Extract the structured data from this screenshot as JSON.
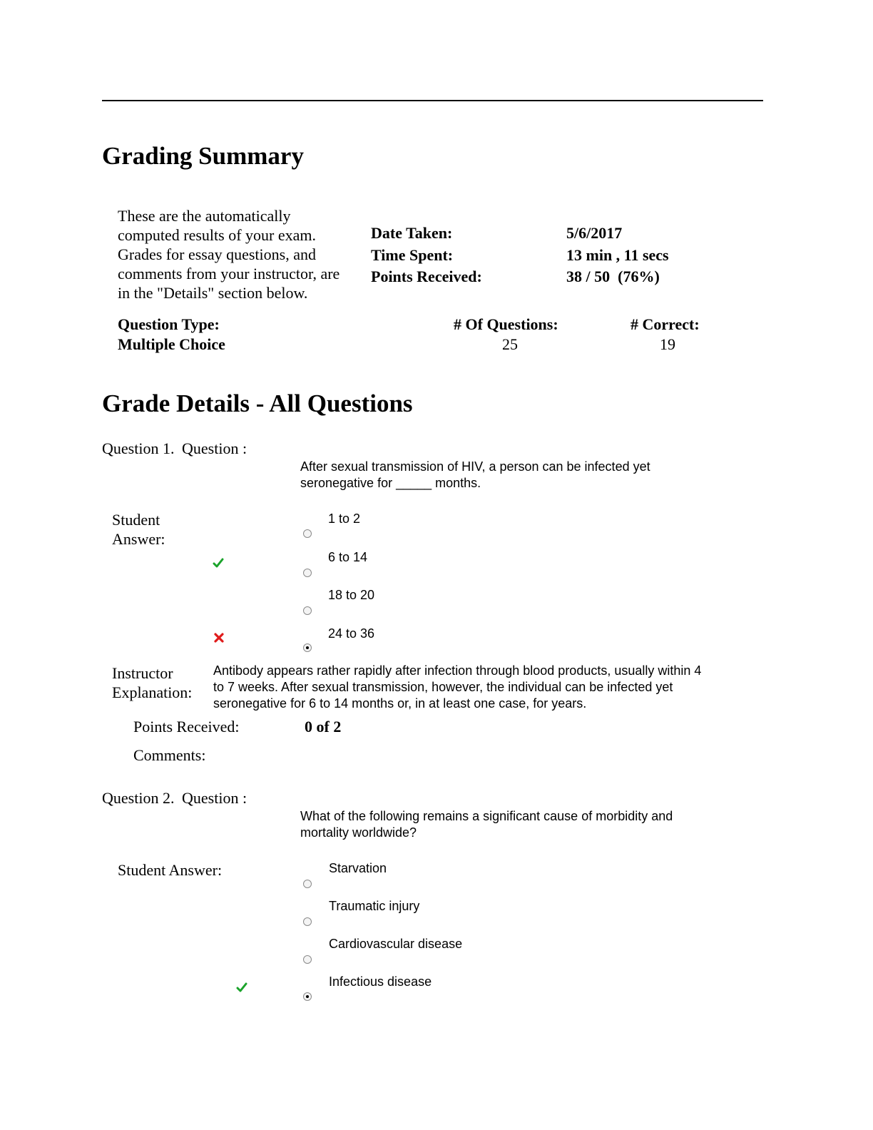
{
  "grading_summary": {
    "title": "Grading Summary",
    "intro_lines": [
      "These are the automatically",
      "computed results of your exam.",
      "Grades for essay questions, and",
      "comments from your instructor, are",
      "in the \"Details\" section below."
    ],
    "date_taken_label": "Date Taken:",
    "date_taken_value": "5/6/2017",
    "time_spent_label": "Time Spent:",
    "time_spent_value": "13 min , 11 secs",
    "points_received_label": "Points Received:",
    "points_received_value": "38 / 50  (76%)",
    "question_type_header": "Question Type:",
    "num_questions_header": "# Of Questions:",
    "num_correct_header": "# Correct:",
    "question_type_value": "Multiple Choice",
    "num_questions_value": "25",
    "num_correct_value": "19"
  },
  "grade_details": {
    "title": "Grade Details - All Questions",
    "questions": [
      {
        "number_label": "Question 1.",
        "question_label": "Question :",
        "text_lines": [
          "After sexual transmission of HIV, a person can be infected yet",
          "seronegative for _____ months."
        ],
        "student_answer_label_lines": [
          "Student",
          "Answer:"
        ],
        "options": [
          "1 to 2",
          "6 to 14",
          "18 to 20",
          "24 to 36"
        ],
        "correct_option_index": 1,
        "selected_option_index": 3,
        "explanation_label_lines": [
          "Instructor",
          "Explanation:"
        ],
        "explanation_lines": [
          "Antibody appears rather rapidly after infection through blood products, usually within 4",
          "to 7 weeks. After sexual transmission, however, the individual can be infected yet",
          "seronegative for 6 to 14 months or, in at least one case, for years."
        ],
        "points_received_label": "Points Received:",
        "points_received_value": "0 of 2",
        "comments_label": "Comments:"
      },
      {
        "number_label": "Question 2.",
        "question_label": "Question :",
        "text_lines": [
          "What of the following remains a significant cause of morbidity and",
          "mortality worldwide?"
        ],
        "student_answer_label": "Student Answer:",
        "options": [
          "Starvation",
          "Traumatic injury",
          "Cardiovascular disease",
          "Infectious disease"
        ],
        "correct_option_index": 3,
        "selected_option_index": 3
      }
    ]
  },
  "colors": {
    "check": "#1aa32a",
    "cross": "#e01b1b",
    "radio_border": "#8a8a8a"
  },
  "icons": [
    "check-icon",
    "cross-icon",
    "radio-button-icon"
  ]
}
